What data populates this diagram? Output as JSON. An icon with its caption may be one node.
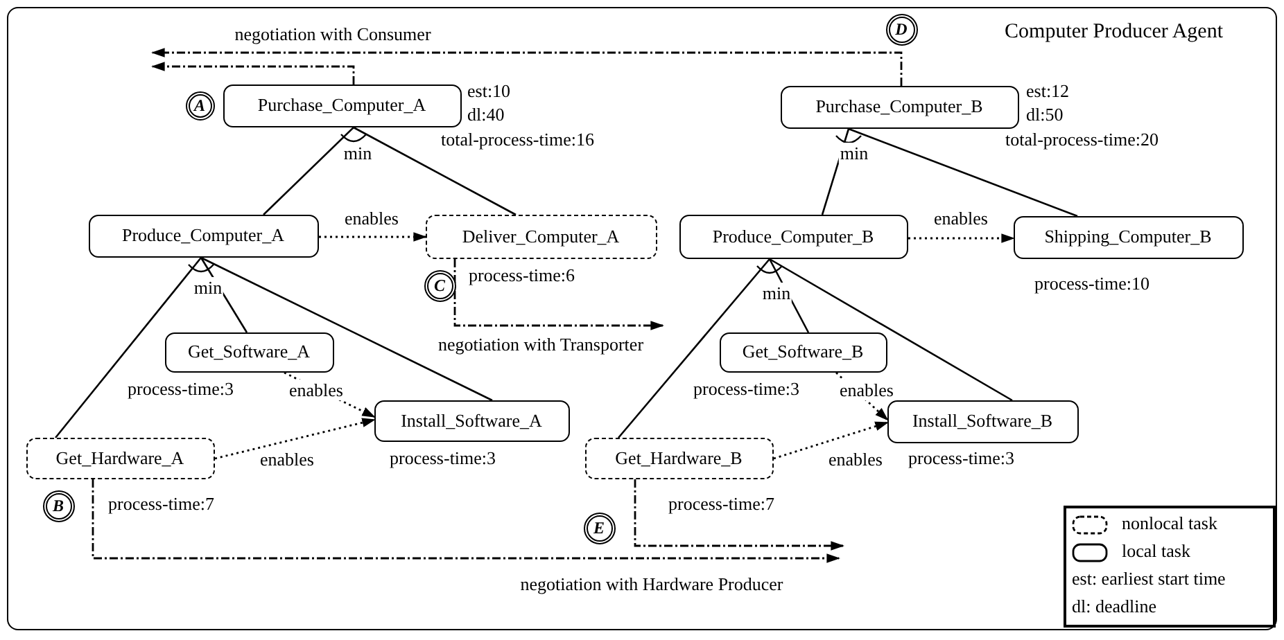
{
  "diagram": {
    "nodes": [
      {
        "text": [
          "Computer Producer Agent"
        ]
      },
      {
        "text": [
          "Purchase_Computer_A"
        ],
        "in": 0,
        "beside": [
          "est:10",
          "dl:40",
          "total-process-time:16"
        ]
      },
      {
        "text": [
          "Produce_Computer_A"
        ],
        "in": 0
      },
      {
        "text": [
          "Deliver_Computer_A"
        ],
        "in": 0,
        "beside": [
          "process-time:6"
        ]
      },
      {
        "text": [
          "Get_Software_A"
        ],
        "in": 0,
        "beside": [
          "process-time:3"
        ]
      },
      {
        "text": [
          "Install_Software_A"
        ],
        "in": 0,
        "beside": [
          "process-time:3"
        ]
      },
      {
        "text": [
          "Get_Hardware_A"
        ],
        "in": 0,
        "beside": [
          "process-time:7"
        ]
      },
      {
        "text": [
          "Purchase_Computer_B"
        ],
        "in": 0,
        "beside": [
          "est:12",
          "dl:50",
          "total-process-time:20"
        ]
      },
      {
        "text": [
          "Produce_Computer_B"
        ],
        "in": 0
      },
      {
        "text": [
          "Shipping_Computer_B"
        ],
        "in": 0,
        "beside": [
          "process-time:10"
        ]
      },
      {
        "text": [
          "Get_Software_B"
        ],
        "in": 0,
        "beside": [
          "process-time:3"
        ]
      },
      {
        "text": [
          "Install_Software_B"
        ],
        "in": 0,
        "beside": [
          "process-time:3"
        ]
      },
      {
        "text": [
          "Get_Hardware_B"
        ],
        "in": 0,
        "beside": [
          "process-time:7"
        ]
      },
      {
        "text": [
          "A"
        ],
        "in": 0
      },
      {
        "text": [
          "B"
        ],
        "in": 0
      },
      {
        "text": [
          "C"
        ],
        "in": 0
      },
      {
        "text": [
          "D"
        ],
        "in": 0
      },
      {
        "text": [
          "E"
        ],
        "in": 0
      }
    ],
    "edges": [
      {
        "from": 1,
        "to": 2,
        "arrow": "none"
      },
      {
        "from": 1,
        "to": 3,
        "arrow": "none"
      },
      {
        "from": 2,
        "to": 6,
        "arrow": "none"
      },
      {
        "from": 2,
        "to": 4,
        "arrow": "none"
      },
      {
        "from": 2,
        "to": 5,
        "arrow": "none"
      },
      {
        "from": 7,
        "to": 8,
        "arrow": "none"
      },
      {
        "from": 7,
        "to": 9,
        "arrow": "none"
      },
      {
        "from": 8,
        "to": 12,
        "arrow": "none"
      },
      {
        "from": 8,
        "to": 10,
        "arrow": "none"
      },
      {
        "from": 8,
        "to": 11,
        "arrow": "none"
      },
      {
        "from": 2,
        "to": 3,
        "arrow": "to",
        "label": "enables",
        "style": "dashed"
      },
      {
        "from": 4,
        "to": 5,
        "arrow": "to",
        "label": "enables",
        "style": "dashed"
      },
      {
        "from": 6,
        "to": 5,
        "arrow": "to",
        "label": "enables",
        "style": "dashed"
      },
      {
        "from": 8,
        "to": 9,
        "arrow": "to",
        "label": "enables",
        "style": "dashed"
      },
      {
        "from": 10,
        "to": 11,
        "arrow": "to",
        "label": "enables",
        "style": "dashed"
      },
      {
        "from": 12,
        "to": 11,
        "arrow": "to",
        "label": "enables",
        "style": "dashed"
      },
      {
        "from": 7,
        "to": null,
        "arrow": "to",
        "label": "negotiation with Consumer",
        "style": "dashed"
      },
      {
        "from": 1,
        "to": null,
        "arrow": "to",
        "style": "dashed"
      },
      {
        "from": 3,
        "to": null,
        "arrow": "to",
        "label": "negotiation with Transporter",
        "style": "dashed"
      },
      {
        "from": 6,
        "to": null,
        "arrow": "to",
        "style": "dashed"
      },
      {
        "from": 12,
        "to": null,
        "arrow": "to",
        "label": "negotiation with Hardware Producer",
        "style": "dashed"
      }
    ],
    "labels": [
      "min",
      "min",
      "min",
      "min"
    ],
    "legend": [
      {
        "text": "nonlocal task"
      },
      {
        "text": "local task"
      },
      {
        "text": "est: earliest start time"
      },
      {
        "text": "dl: deadline"
      }
    ]
  }
}
